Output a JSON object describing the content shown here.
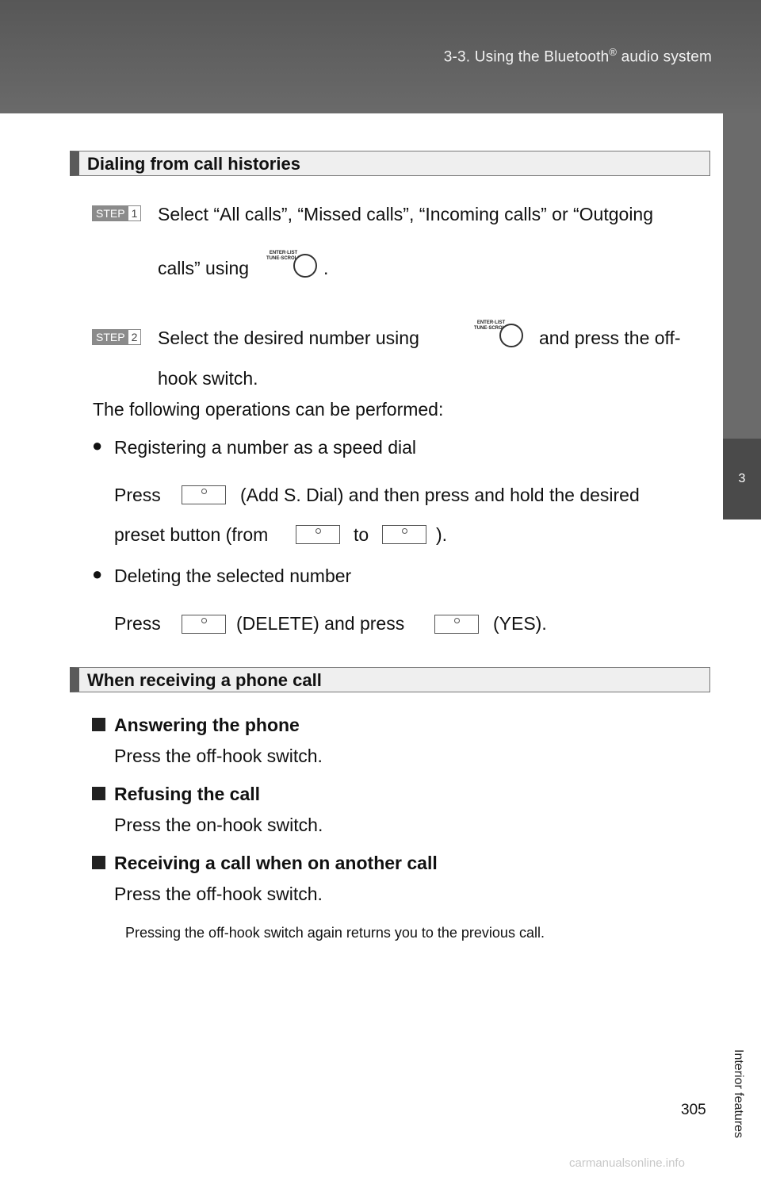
{
  "header": {
    "title": "3-3. Using the Bluetooth",
    "title_sup": "®",
    "title_suffix": " audio system"
  },
  "side_tab": {
    "number": "3",
    "label": "Interior features"
  },
  "section1": {
    "title": "Dialing from call histories",
    "step1": {
      "label": "STEP",
      "num": "1",
      "line1": "Select “All calls”, “Missed calls”, “Incoming calls” or “Outgoing",
      "line2a": "calls” using",
      "line2b": "."
    },
    "step2": {
      "label": "STEP",
      "num": "2",
      "line1a": "Select  the  desired  number  using",
      "line1b": "and  press  the  off-",
      "line2": "hook switch."
    },
    "knob_label_1": "ENTER·LIST",
    "knob_label_2": "TUNE·SCROLL",
    "intro": "The following operations can be performed:",
    "bullet1": {
      "title": "Registering a number as a speed dial",
      "line1a": "Press",
      "line1b": "(Add  S.  Dial)  and  then  press  and  hold  the  desired",
      "line2a": "preset button (from",
      "line2b": "to",
      "line2c": ")."
    },
    "bullet2": {
      "title": "Deleting the selected number",
      "line1a": "Press",
      "line1b": "(DELETE) and press",
      "line1c": "(YES)."
    }
  },
  "section2": {
    "title": "When receiving a phone call",
    "items": [
      {
        "title": "Answering the phone",
        "text": "Press the off-hook switch."
      },
      {
        "title": "Refusing the call",
        "text": "Press the on-hook switch."
      },
      {
        "title": "Receiving a call when on another call",
        "text": "Press the off-hook switch."
      }
    ],
    "note": "Pressing the off-hook switch again returns you to the previous call."
  },
  "page_number": "305",
  "watermark": "carmanualsonline.info"
}
